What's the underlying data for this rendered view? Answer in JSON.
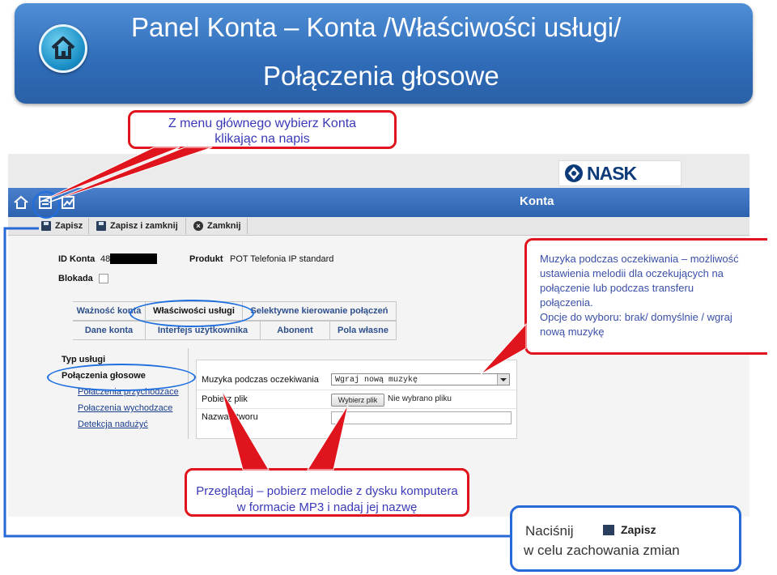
{
  "banner": {
    "title": "Panel Konta – Konta /Właściwości usługi/",
    "subtitle": "Połączenia głosowe"
  },
  "callouts": {
    "menu_hint": [
      "Z menu głównego wybierz Konta",
      "klikając na napis"
    ],
    "music_hint": [
      "Muzyka podczas oczekiwania – możliwość",
      "ustawienia melodii dla oczekujących na",
      "połączenie lub podczas transferu",
      "połączenia.",
      "Opcje do wyboru: brak/ domyślnie / wgraj",
      "nową muzykę"
    ],
    "upload_hint": [
      "Przeglądaj – pobierz melodie z dysku komputera",
      "w formacie MP3 i nadaj jej nazwę"
    ],
    "save_hint": {
      "prefix": "Naciśnij",
      "button": "Zapisz",
      "suffix": "w celu zachowania zmian"
    }
  },
  "app": {
    "logo_text": "NASK",
    "section_title": "Konta",
    "toolbar": {
      "save": "Zapisz",
      "save_close": "Zapisz i zamknij",
      "close": "Zamknij"
    },
    "fields": {
      "id_label": "ID Konta",
      "id_value": "48",
      "product_label": "Produkt",
      "product_value": "POT Telefonia IP standard",
      "blocked_label": "Blokada"
    },
    "tabs_row1": [
      "Ważność konta",
      "Właściwości usługi",
      "Selektywne kierowanie połączeń"
    ],
    "tabs_row2": [
      "Dane konta",
      "Interfejs użytkownika",
      "Abonent",
      "Pola własne"
    ],
    "nav": {
      "heading": "Typ usługi",
      "selected": "Połączenia głosowe",
      "items": [
        "Połaczenia przychodzace",
        "Połaczenia wychodzace",
        "Detekcja nadużyć"
      ]
    },
    "form": {
      "music_label": "Muzyka podczas oczekiwania",
      "music_value": "Wgraj nową muzykę",
      "file_label": "Pobierz plik",
      "file_button": "Wybierz plik",
      "file_status": "Nie wybrano pliku",
      "name_label": "Nazwa utworu"
    }
  },
  "colors": {
    "callout_red": "#e0141c",
    "callout_blue": "#2769d6",
    "banner_blue": "#2f6bb8"
  }
}
